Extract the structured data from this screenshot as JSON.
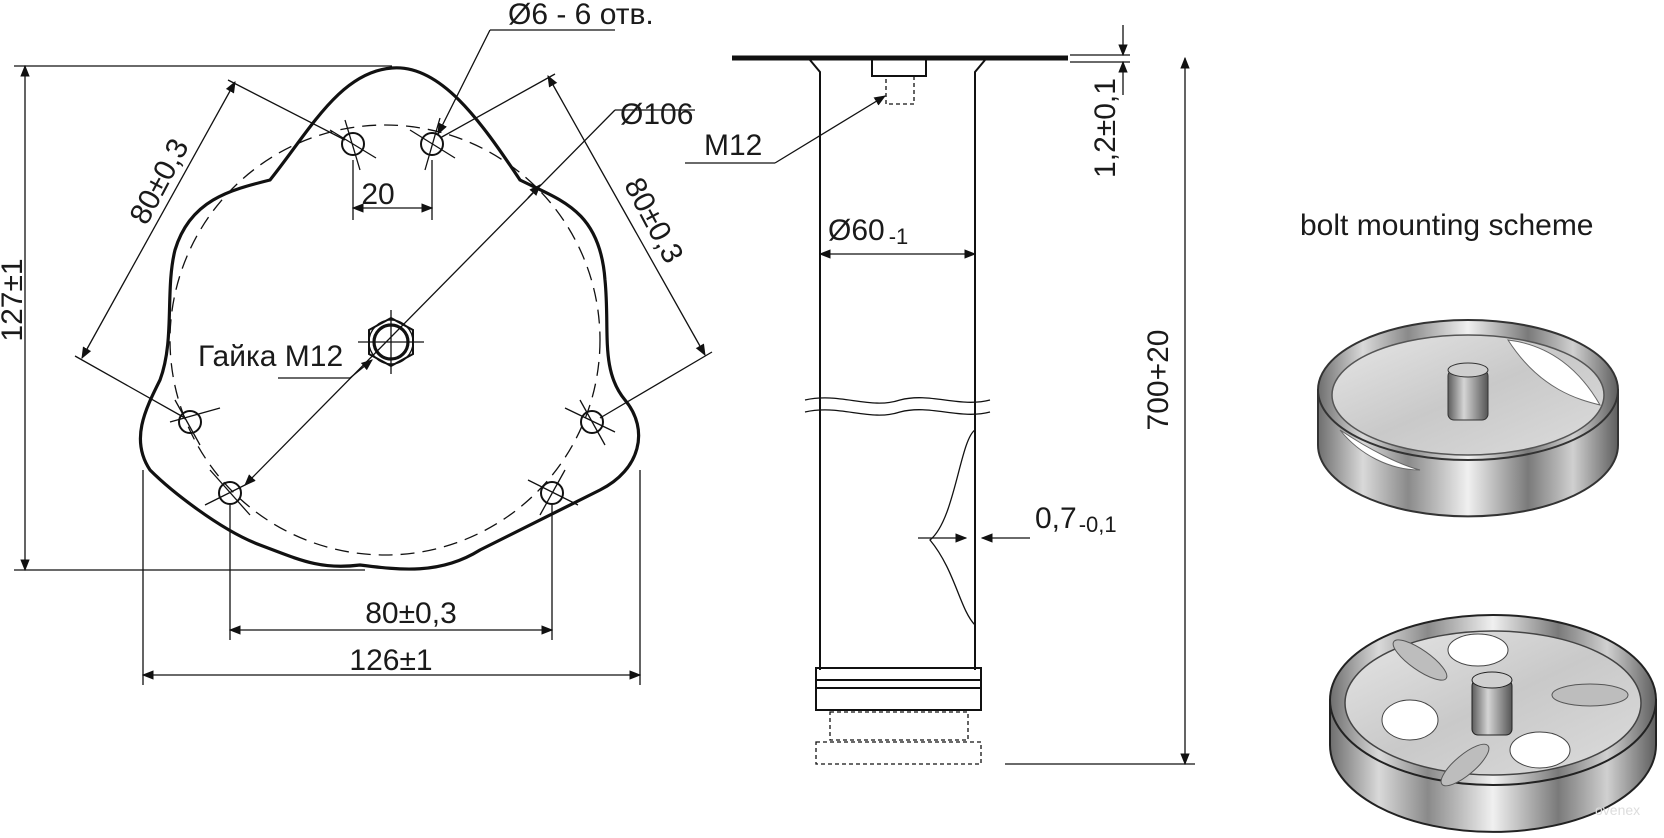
{
  "top_view": {
    "hole_note": "Ø6 - 6 отв.",
    "circle_diameter": "Ø106",
    "nut_label": "Гайка М12",
    "dim_hole_gap": "20",
    "dim_left_diag": "80±0,3",
    "dim_right_diag": "80±0,3",
    "dim_bottom_inner": "80±0,3",
    "dim_bottom_outer": "126±1",
    "dim_height": "127±1"
  },
  "side_view": {
    "thread_label": "M12",
    "tube_diameter_main": "Ø60",
    "tube_diameter_tol": "-1",
    "plate_thickness": "1,2±0,1",
    "total_height": "700+20",
    "wall_main": "0,7",
    "wall_tol": "-0,1"
  },
  "mounting": {
    "caption": "bolt mounting scheme"
  },
  "watermark": "ovenex"
}
